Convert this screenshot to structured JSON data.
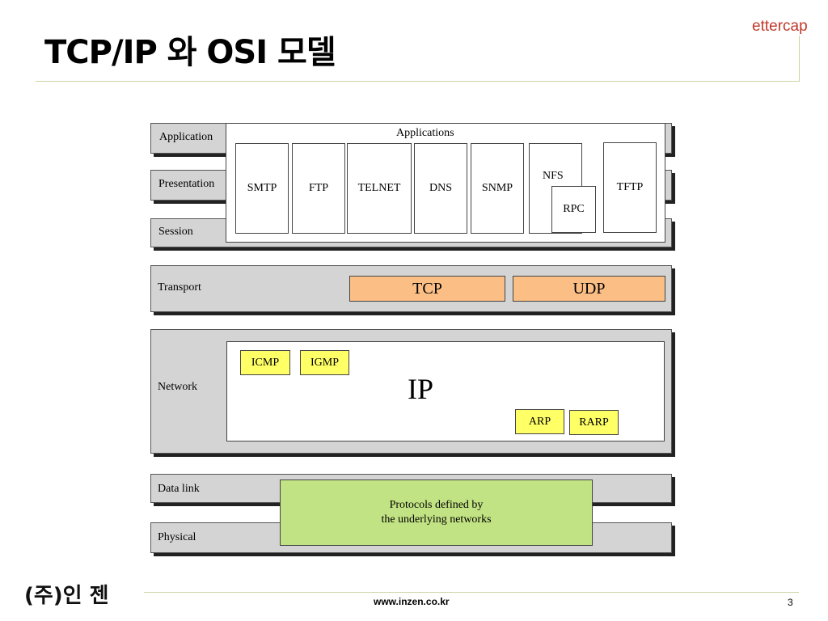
{
  "slide": {
    "title": "TCP/IP 와 OSI 모델",
    "brand": "ettercap",
    "company": "(주)인 젠",
    "website": "www.inzen.co.kr",
    "page_number": "3"
  },
  "diagram": {
    "layers": {
      "application": "Application",
      "presentation": "Presentation",
      "session": "Session",
      "transport": "Transport",
      "network": "Network",
      "data_link": "Data link",
      "physical": "Physical"
    },
    "applications_label": "Applications",
    "app_protocols": {
      "smtp": "SMTP",
      "ftp": "FTP",
      "telnet": "TELNET",
      "dns": "DNS",
      "snmp": "SNMP",
      "nfs": "NFS",
      "rpc": "RPC",
      "tftp": "TFTP"
    },
    "transport_protocols": {
      "tcp": "TCP",
      "udp": "UDP"
    },
    "network": {
      "ip": "IP",
      "icmp": "ICMP",
      "igmp": "IGMP",
      "arp": "ARP",
      "rarp": "RARP"
    },
    "lower_layers_box": {
      "line1": "Protocols defined by",
      "line2": "the underlying networks"
    },
    "colors": {
      "layer_bar": "#d4d4d4",
      "transport_protocol": "#fbbf86",
      "network_protocol": "#ffff66",
      "underlying_networks": "#c2e383",
      "brand": "#c0392b"
    }
  }
}
